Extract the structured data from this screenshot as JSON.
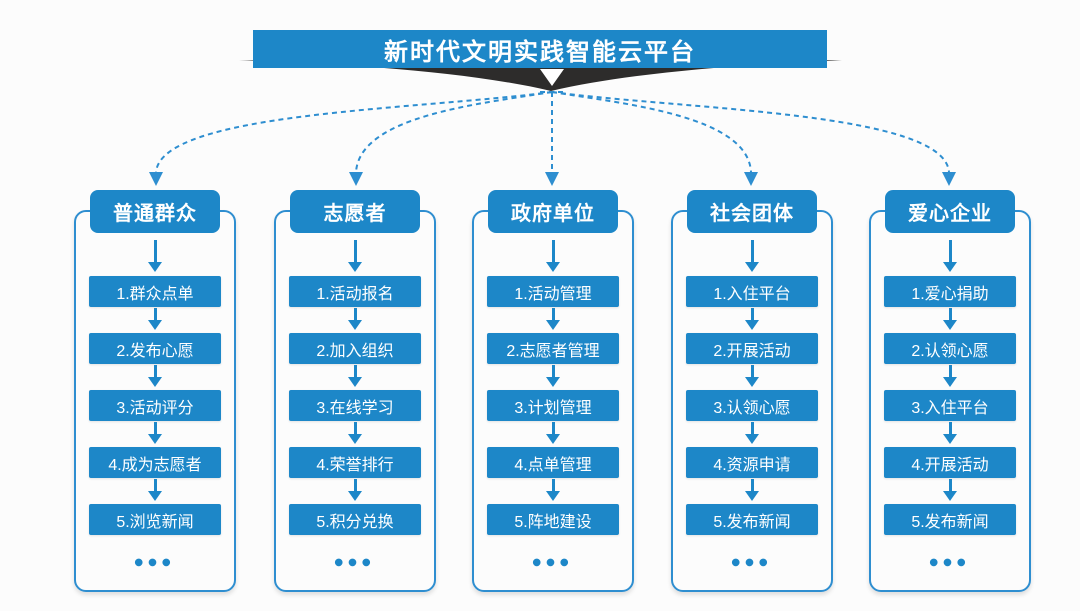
{
  "title": "新时代文明实践智能云平台",
  "more_indicator": "●●●",
  "colors": {
    "primary": "#1d87c8",
    "banner": "#2d2c2b",
    "connector": "#2e8ed0",
    "background": "#fcfcfc",
    "text_on_primary": "#ffffff"
  },
  "columns": [
    {
      "header": "普通群众",
      "items": [
        "1.群众点单",
        "2.发布心愿",
        "3.活动评分",
        "4.成为志愿者",
        "5.浏览新闻"
      ]
    },
    {
      "header": "志愿者",
      "items": [
        "1.活动报名",
        "2.加入组织",
        "3.在线学习",
        "4.荣誉排行",
        "5.积分兑换"
      ]
    },
    {
      "header": "政府单位",
      "items": [
        "1.活动管理",
        "2.志愿者管理",
        "3.计划管理",
        "4.点单管理",
        "5.阵地建设"
      ]
    },
    {
      "header": "社会团体",
      "items": [
        "1.入住平台",
        "2.开展活动",
        "3.认领心愿",
        "4.资源申请",
        "5.发布新闻"
      ]
    },
    {
      "header": "爱心企业",
      "items": [
        "1.爱心捐助",
        "2.认领心愿",
        "3.入住平台",
        "4.开展活动",
        "5.发布新闻"
      ]
    }
  ]
}
